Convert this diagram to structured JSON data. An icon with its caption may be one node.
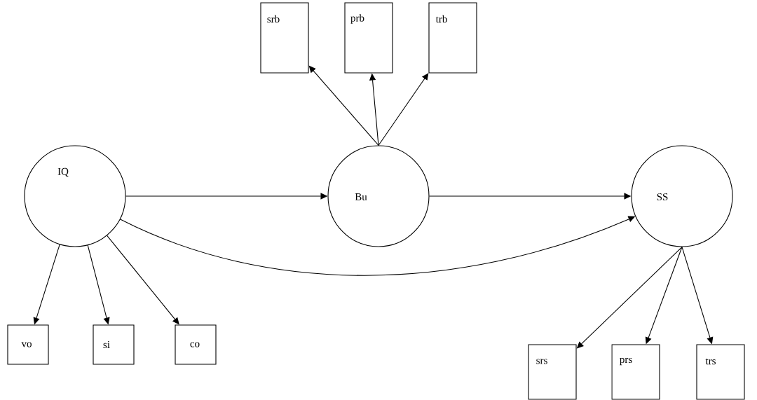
{
  "diagram": {
    "nodes": [
      {
        "text": [
          "IQ"
        ]
      },
      {
        "text": [
          "Bu"
        ]
      },
      {
        "text": [
          "SS"
        ]
      },
      {
        "text": [
          "srb"
        ]
      },
      {
        "text": [
          "prb"
        ]
      },
      {
        "text": [
          "trb"
        ]
      },
      {
        "text": [
          "vo"
        ]
      },
      {
        "text": [
          "si"
        ]
      },
      {
        "text": [
          "co"
        ]
      },
      {
        "text": [
          "srs"
        ]
      },
      {
        "text": [
          "prs"
        ]
      },
      {
        "text": [
          "trs"
        ]
      }
    ],
    "edges": [
      {
        "from": 0,
        "to": 1,
        "arrow": "to"
      },
      {
        "from": 1,
        "to": 2,
        "arrow": "to"
      },
      {
        "from": 0,
        "to": 2,
        "arrow": "to"
      },
      {
        "from": 1,
        "to": 3,
        "arrow": "to"
      },
      {
        "from": 1,
        "to": 4,
        "arrow": "to"
      },
      {
        "from": 1,
        "to": 5,
        "arrow": "to"
      },
      {
        "from": 0,
        "to": 6,
        "arrow": "to"
      },
      {
        "from": 0,
        "to": 7,
        "arrow": "to"
      },
      {
        "from": 0,
        "to": 8,
        "arrow": "to"
      },
      {
        "from": 2,
        "to": 9,
        "arrow": "to"
      },
      {
        "from": 2,
        "to": 10,
        "arrow": "to"
      },
      {
        "from": 2,
        "to": 11,
        "arrow": "to"
      }
    ]
  }
}
